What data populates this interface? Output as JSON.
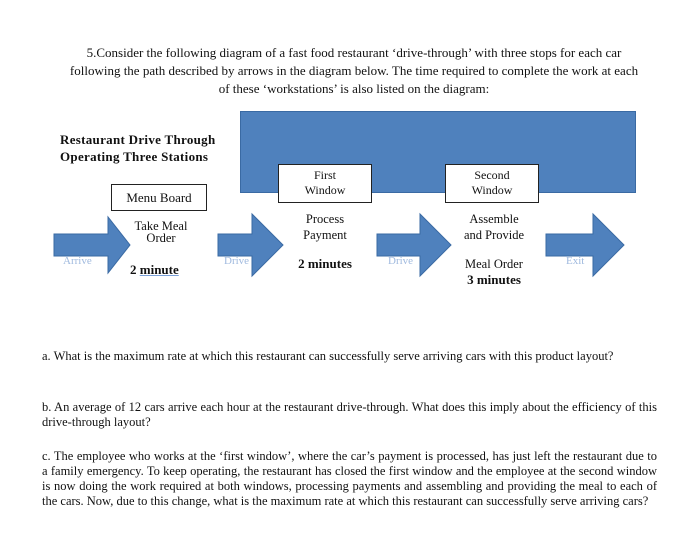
{
  "intro": "5.Consider the following diagram of a fast food restaurant ‘drive-through’ with three stops for each car following the path described by arrows in the diagram below.  The time required to complete the work at each of these ‘workstations’ is also listed on the diagram:",
  "diagram": {
    "title_line1": "Restaurant Drive Through",
    "title_line2": "Operating Three Stations",
    "arrows": [
      "Arrive",
      "Drive",
      "Drive",
      "Exit"
    ],
    "menu_board": "Menu Board",
    "station1_task_line1": "Take Meal",
    "station1_task_line2": "Order",
    "station1_time_value": "2",
    "station1_time_unit": "minute",
    "first_window_line1": "First",
    "first_window_line2": "Window",
    "station2_task_line1": "Process",
    "station2_task_line2": "Payment",
    "station2_time": "2 minutes",
    "second_window_line1": "Second",
    "second_window_line2": "Window",
    "station3_task_line1": "Assemble",
    "station3_task_line2": "and Provide",
    "station3_task_line3": "Meal Order",
    "station3_time": "3 minutes",
    "building_color": "#4f81bd",
    "arrow_color": "#4f81bd"
  },
  "questions": {
    "a": "a. What is the maximum rate at which this restaurant can successfully serve arriving cars with this product layout?",
    "b": "b. An average of 12 cars arrive each hour at the restaurant drive-through.  What does this imply about the efficiency of this drive-through layout?",
    "c": "c. The employee who works at the ‘first window’, where the car’s payment is processed, has just left the restaurant due to a family emergency.  To keep operating, the restaurant has closed the first window and the employee at the second window is now doing the work required at both windows, processing payments and assembling and providing the meal to each of the cars.  Now, due to this change, what is the maximum rate at which this restaurant can successfully serve arriving cars?"
  }
}
